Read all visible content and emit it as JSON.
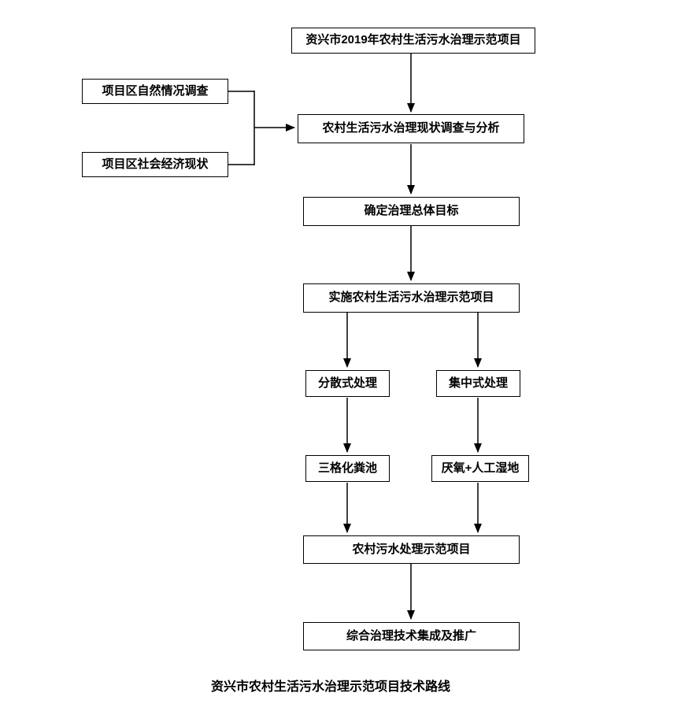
{
  "diagram": {
    "caption": "资兴市农村生活污水治理示范项目技术路线",
    "colors": {
      "line": "#000000",
      "box_border": "#000000",
      "box_fill": "#ffffff",
      "text": "#000000"
    },
    "nodes": {
      "project": "资兴市2019年农村生活污水治理示范项目",
      "natural_survey": "项目区自然情况调查",
      "socioeconomic": "项目区社会经济现状",
      "status_analysis": "农村生活污水治理现状调查与分析",
      "overall_goal": "确定治理总体目标",
      "implement": "实施农村生活污水治理示范项目",
      "decentralized": "分散式处理",
      "centralized": "集中式处理",
      "septic_tank": "三格化粪池",
      "anaerobic_wetland": "厌氧+人工湿地",
      "demo_project": "农村污水处理示范项目",
      "tech_promotion": "综合治理技术集成及推广"
    }
  }
}
